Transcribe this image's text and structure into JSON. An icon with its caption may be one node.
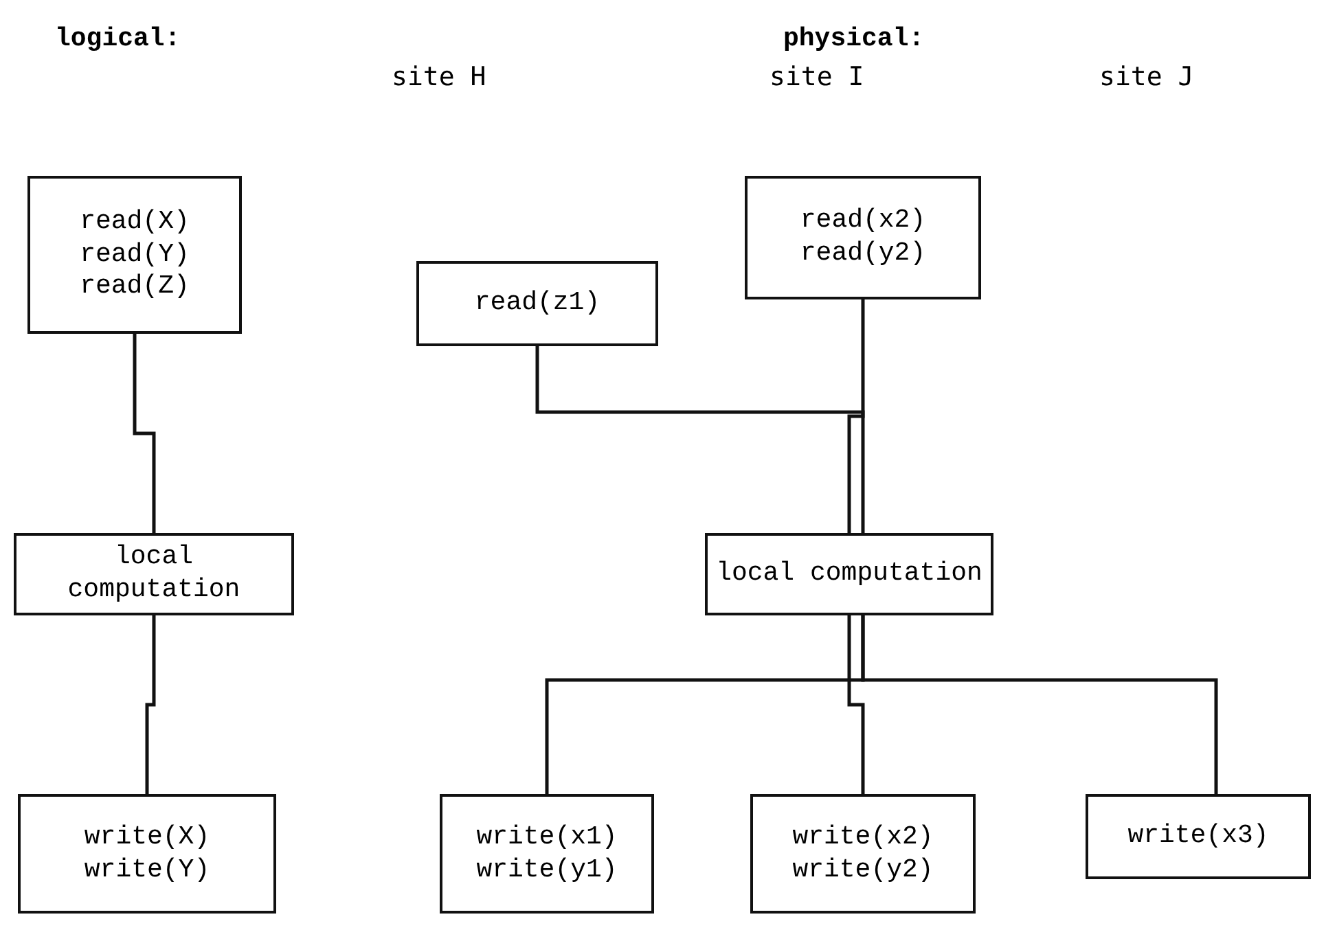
{
  "diagram": {
    "nodes": [
      {
        "text": [
          "read(X)",
          "read(Y)",
          "read(Z)"
        ]
      },
      {
        "text": [
          "local computation"
        ]
      },
      {
        "text": [
          "write(X)",
          "write(Y)"
        ]
      },
      {
        "text": [
          "read(z1)"
        ]
      },
      {
        "text": [
          "read(x2)",
          "read(y2)"
        ]
      },
      {
        "text": [
          "local computation"
        ]
      },
      {
        "text": [
          "write(x1)",
          "write(y1)"
        ]
      },
      {
        "text": [
          "write(x2)",
          "write(y2)"
        ]
      },
      {
        "text": [
          "write(x3)"
        ]
      }
    ],
    "edges": [
      {
        "from": 0,
        "to": 1,
        "arrow": "none"
      },
      {
        "from": 1,
        "to": 2,
        "arrow": "none"
      },
      {
        "from": 3,
        "to": 5,
        "arrow": "none"
      },
      {
        "from": 4,
        "to": 5,
        "arrow": "none"
      },
      {
        "from": 5,
        "to": 6,
        "arrow": "none"
      },
      {
        "from": 5,
        "to": 7,
        "arrow": "none"
      },
      {
        "from": 5,
        "to": 8,
        "arrow": "none"
      }
    ],
    "labels": [
      "logical:",
      "physical:",
      "site H",
      "site I",
      "site J"
    ]
  }
}
